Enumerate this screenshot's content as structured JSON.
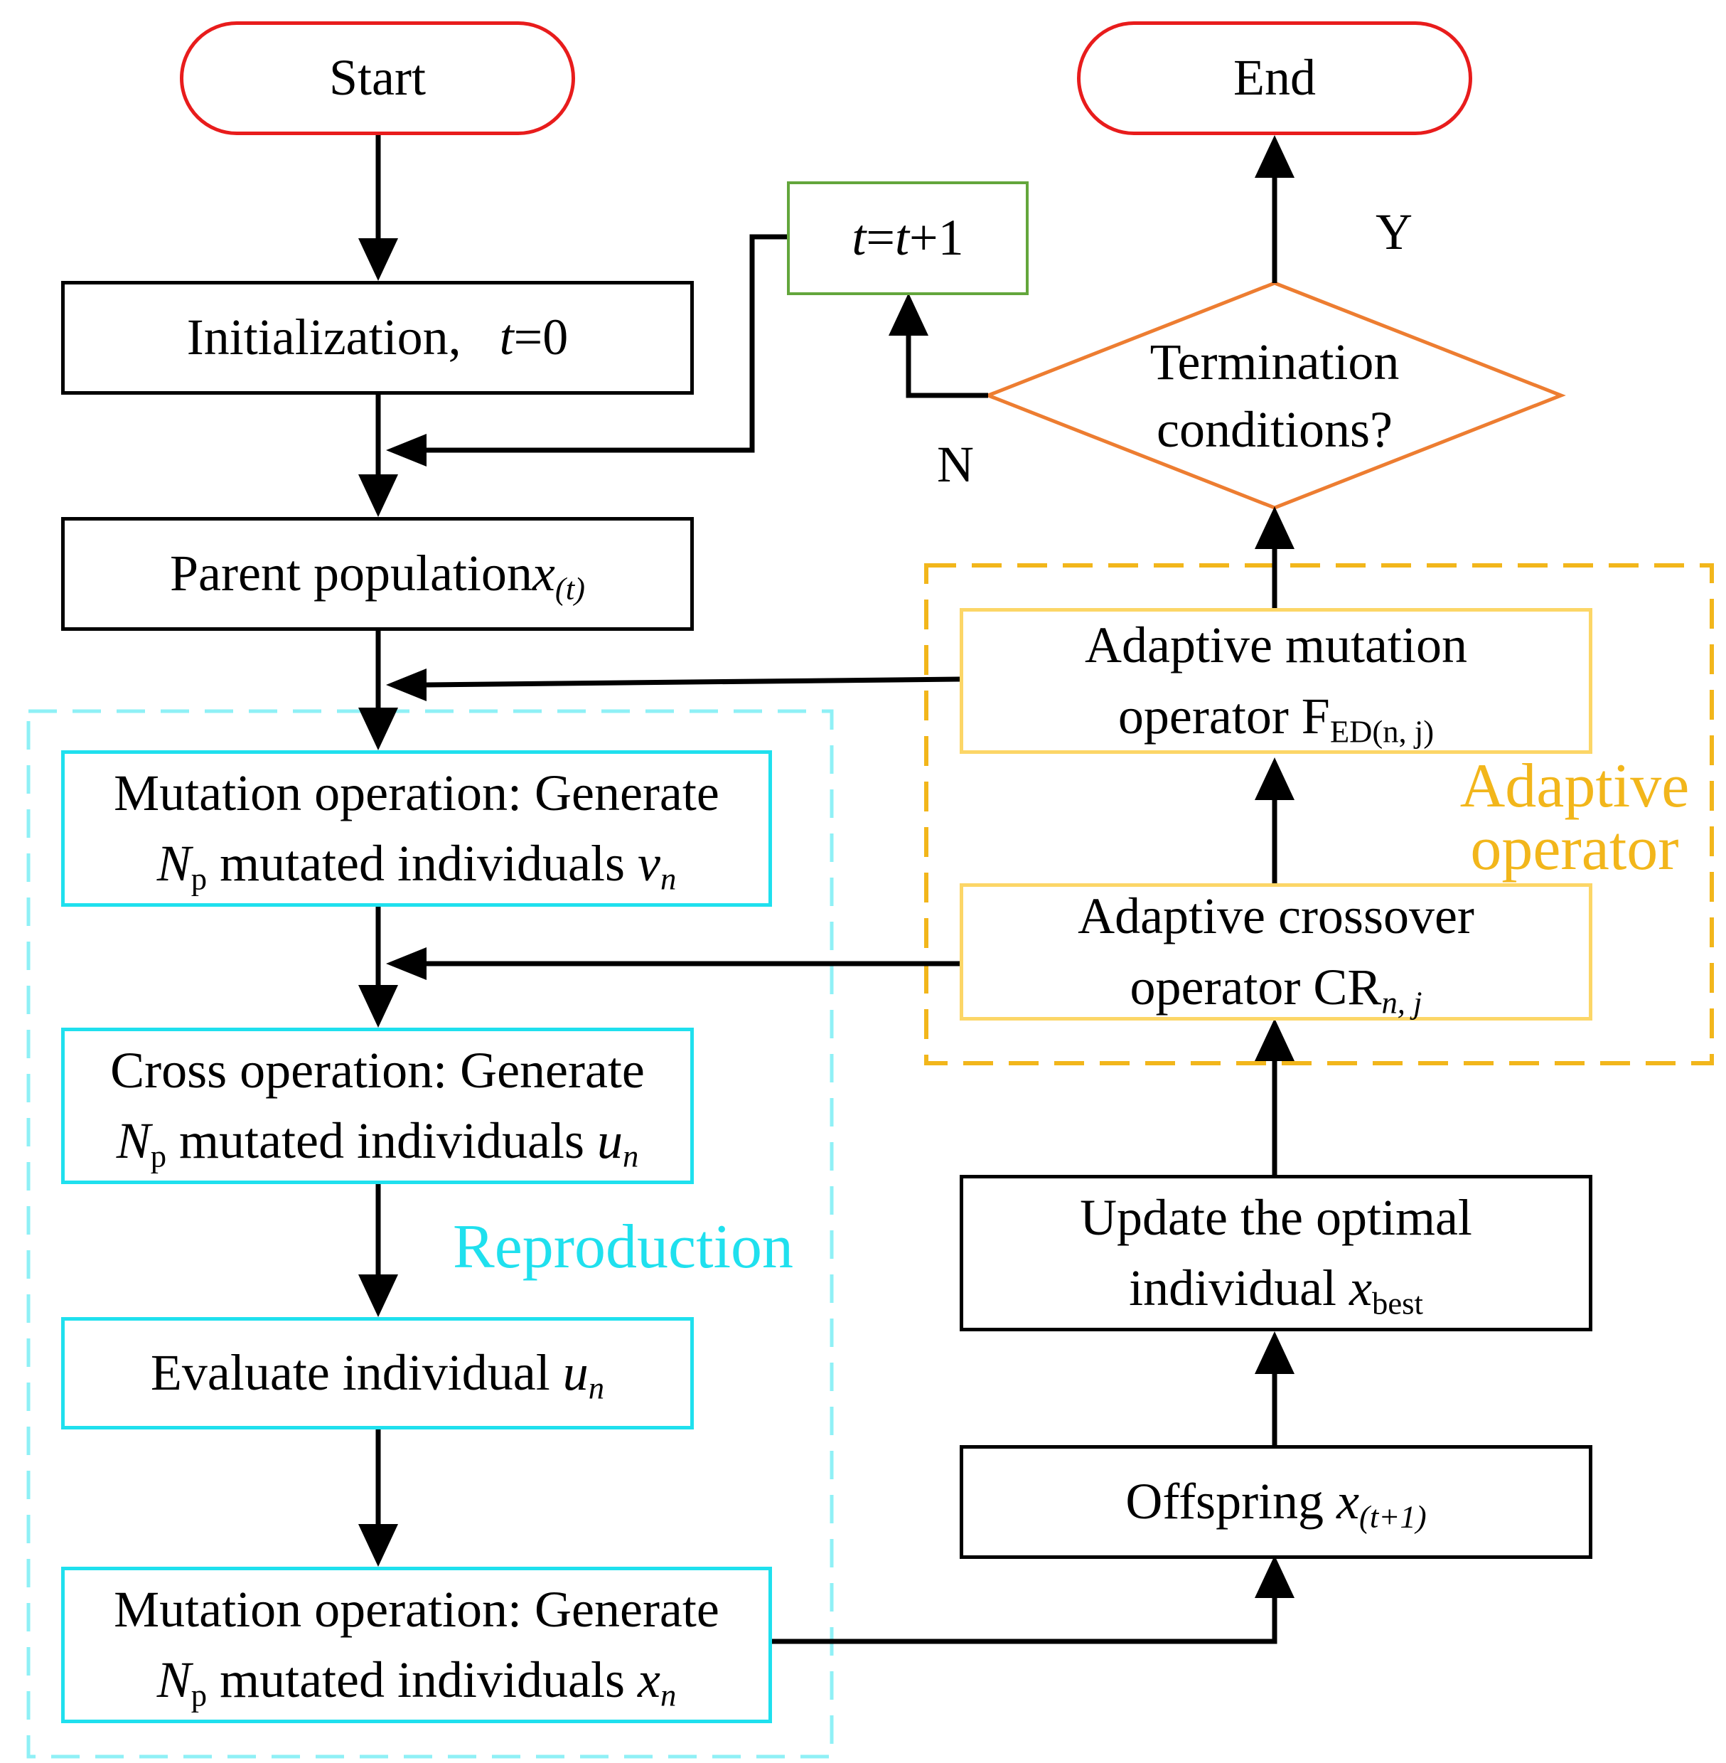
{
  "nodes": {
    "start": "Start",
    "end": "End",
    "init": {
      "text": "Initialization,",
      "var": "t",
      "rest": "=0"
    },
    "increment": {
      "var1": "t",
      "eq": "=",
      "var2": "t",
      "rest": "+1"
    },
    "parent": {
      "text": "Parent population",
      "var": "x",
      "sub": "(t)"
    },
    "mutation1": {
      "line1": "Mutation operation: Generate",
      "np": "N",
      "np_sub": "p",
      "line2": " mutated individuals ",
      "var": "v",
      "var_sub": "n"
    },
    "cross": {
      "line1": "Cross operation: Generate",
      "np": "N",
      "np_sub": "p",
      "line2": " mutated individuals ",
      "var": "u",
      "var_sub": "n"
    },
    "evaluate": {
      "text": "Evaluate individual ",
      "var": "u",
      "var_sub": "n"
    },
    "mutation2": {
      "line1": "Mutation operation: Generate",
      "np": "N",
      "np_sub": "p",
      "line2": " mutated individuals ",
      "var": "x",
      "var_sub": "n"
    },
    "termination": {
      "line1": "Termination",
      "line2": "conditions?"
    },
    "adaptive_mutation": {
      "line1": "Adaptive mutation",
      "line2": "operator  F",
      "sub": "ED(n, j)"
    },
    "adaptive_crossover": {
      "line1": "Adaptive crossover",
      "line2": "operator CR",
      "sub": "n, j"
    },
    "update": {
      "line1": "Update the optimal",
      "line2": "individual ",
      "var": "x",
      "sub": "best"
    },
    "offspring": {
      "text": "Offspring ",
      "var": "x",
      "sub": "(t+1)"
    }
  },
  "branch_labels": {
    "yes": "Y",
    "no": "N"
  },
  "groups": {
    "reproduction": "Reproduction",
    "adaptive_line1": "Adaptive",
    "adaptive_line2": "operator"
  },
  "colors": {
    "terminal": "#e81c1c",
    "reproduction": "#1fe0ee",
    "reproduction_dash": "#8ff0f6",
    "adaptive": "#f2b61b",
    "adaptive_box": "#fcd667",
    "decision": "#ed7d31",
    "increment": "#63a63c",
    "line": "#000000"
  }
}
